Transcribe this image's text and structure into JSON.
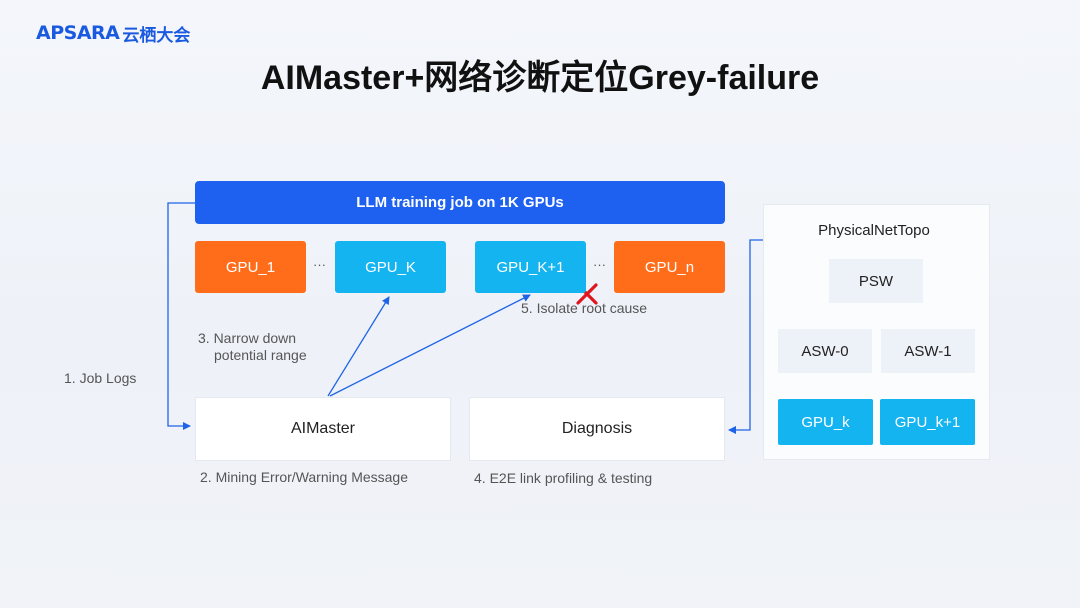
{
  "logo": {
    "brand": "APSARA",
    "sub": "云栖大会"
  },
  "title": "AIMaster+网络诊断定位Grey-failure",
  "job": {
    "banner": "LLM training job on 1K GPUs"
  },
  "gpus": [
    {
      "label": "GPU_1",
      "status": "normal"
    },
    {
      "label": "GPU_K",
      "status": "suspect"
    },
    {
      "label": "GPU_K+1",
      "status": "failed"
    },
    {
      "label": "GPU_n",
      "status": "normal"
    }
  ],
  "ellipsis": "···",
  "components": {
    "aimaster": "AIMaster",
    "diagnosis": "Diagnosis"
  },
  "steps": {
    "s1": "1. Job Logs",
    "s2": "2. Mining Error/Warning Message",
    "s3_line1": "3. Narrow down",
    "s3_line2": "potential range",
    "s4": "4. E2E link profiling & testing",
    "s5": "5. Isolate root cause"
  },
  "topo": {
    "title": "PhysicalNetTopo",
    "psw": "PSW",
    "asw0": "ASW-0",
    "asw1": "ASW-1",
    "gpu_k": "GPU_k",
    "gpu_k1": "GPU_k+1"
  },
  "colors": {
    "blue": "#1e60f0",
    "orange": "#ff6d1a",
    "cyan": "#14b4f0",
    "arrow": "#1f64e8",
    "fail_mark": "#e0161e"
  }
}
